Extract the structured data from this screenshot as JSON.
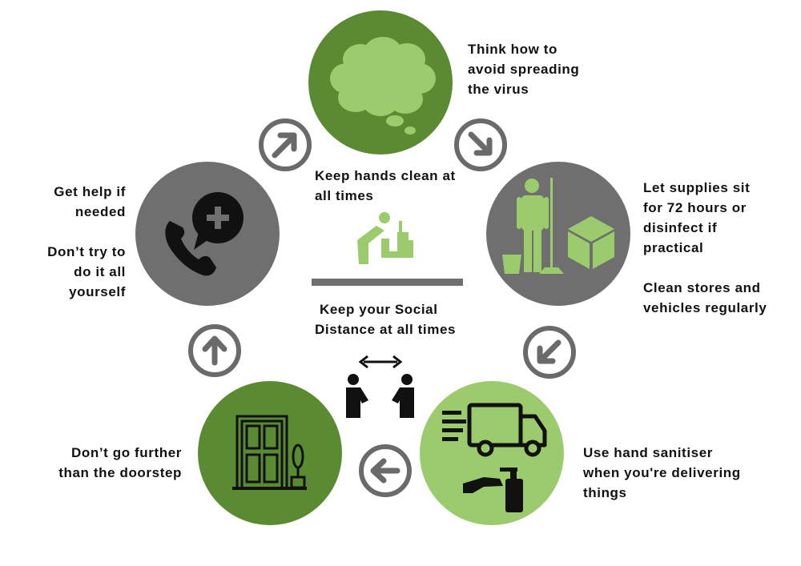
{
  "colors": {
    "dark_green": "#5a8a32",
    "light_green": "#9bcb6c",
    "grey": "#6f6f6f",
    "arrow_grey": "#6a6a6a",
    "black": "#111111"
  },
  "steps": {
    "think": {
      "icon": "thought-bubble-icon",
      "lines": [
        "Think how to",
        "avoid spreading",
        "the virus"
      ]
    },
    "supplies": {
      "icon": "cleaner-with-mop-and-box-icon",
      "lines": [
        "Let supplies sit",
        "for 72 hours or",
        "disinfect if",
        "practical"
      ],
      "lines2": [
        "Clean stores and",
        "vehicles regularly"
      ]
    },
    "deliver": {
      "icon": "delivery-truck-and-sanitiser-icon",
      "lines": [
        "Use hand sanitiser",
        "when you're delivering",
        "things"
      ]
    },
    "doorstep": {
      "icon": "door-icon",
      "lines": [
        "Don’t go further",
        "than the doorstep"
      ]
    },
    "help": {
      "icon": "phone-help-icon",
      "lines": [
        "Get help if",
        "needed"
      ],
      "lines2": [
        "Don’t try to",
        "do it all",
        "yourself"
      ]
    }
  },
  "center": {
    "hands": [
      "Keep hands clean at",
      "all times"
    ],
    "distance": [
      "Keep your Social",
      "Distance at all times"
    ]
  }
}
